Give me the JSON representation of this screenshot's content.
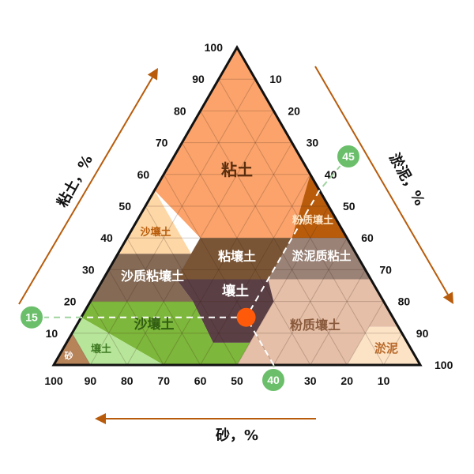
{
  "axes": {
    "clay_title": "粘土，%",
    "silt_title": "淤泥，%",
    "sand_title": "砂，%",
    "ticks": [
      "10",
      "20",
      "30",
      "40",
      "50",
      "60",
      "70",
      "80",
      "90",
      "100"
    ],
    "sand_ticks": [
      "100",
      "90",
      "80",
      "70",
      "60",
      "50",
      "40",
      "30",
      "20",
      "10"
    ]
  },
  "regions": {
    "clay": "粘土",
    "silty_clay": "粉质壤土",
    "sandy_clay": "沙壤土",
    "clay_loam": "粘壤土",
    "silty_clay_loam": "淤泥质粘土",
    "sandy_clay_loam": "沙质粘壤土",
    "loam": "壤土",
    "silt_loam": "粉质壤土",
    "sandy_loam": "沙壤土",
    "loamy_sand": "壤土",
    "sand": "砂",
    "silt": "淤泥"
  },
  "point": {
    "clay": 15,
    "silt": 45,
    "sand": 40
  },
  "badges": {
    "clay": "15",
    "silt": "45",
    "sand": "40"
  },
  "colors": {
    "clay": "#FBA36B",
    "silty_clay": "#B85C0C",
    "sandy_clay": "#FDD7A6",
    "clay_loam": "#7A5535",
    "silty_clay_loam": "#9A8276",
    "sandy_clay_loam": "#856B56",
    "loam": "#5A3F45",
    "silt_loam": "#E5BFA8",
    "sandy_loam": "#7DB73B",
    "loamy_sand": "#B7E69A",
    "sand": "#B78359",
    "silt": "#FDE3C6",
    "arrow": "#B85C0C",
    "point": "#FF5A0A",
    "badge": "#6BBF6B"
  }
}
